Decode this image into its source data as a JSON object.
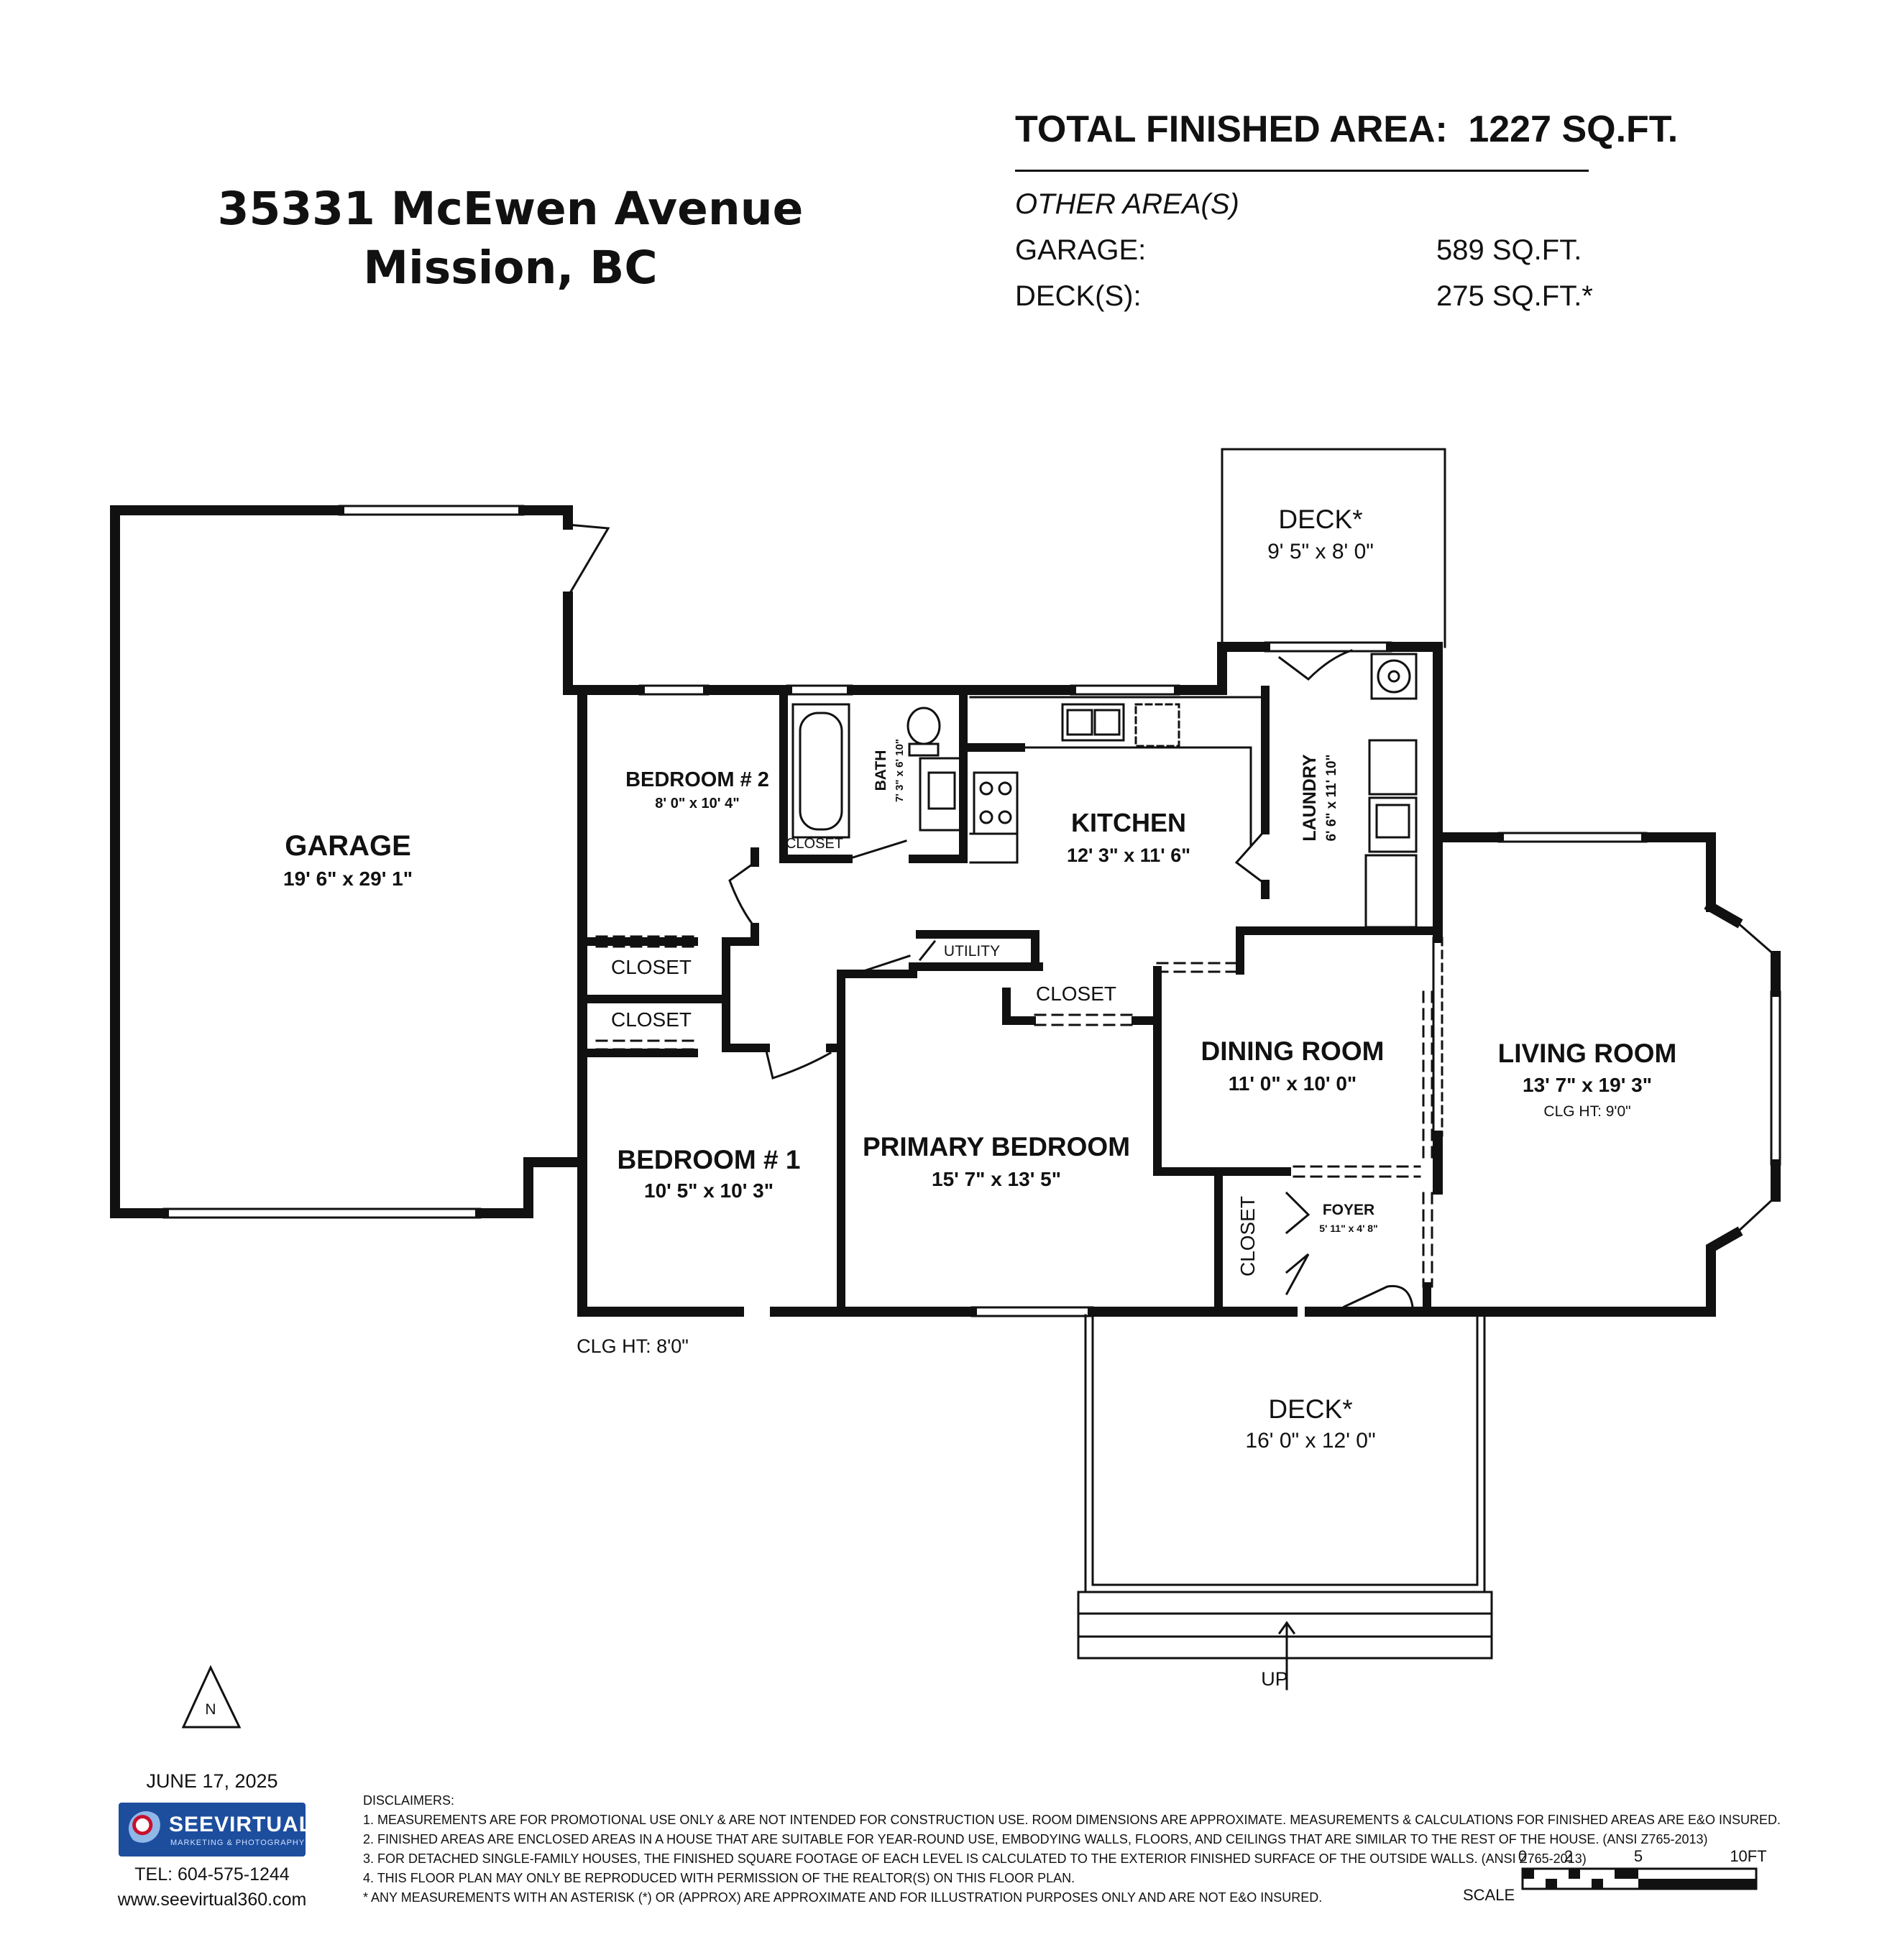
{
  "address": {
    "line1": "35331 McEwen Avenue",
    "line2": "Mission, BC"
  },
  "areas": {
    "total_label": "TOTAL FINISHED AREA:",
    "total_value": "1227 SQ.FT.",
    "other_heading": "OTHER AREA(S)",
    "items": [
      {
        "label": "GARAGE:",
        "value": "589 SQ.FT."
      },
      {
        "label": "DECK(S):",
        "value": "275 SQ.FT.*"
      }
    ]
  },
  "rooms": {
    "garage": {
      "name": "GARAGE",
      "dims": "19' 6\" x 29' 1\""
    },
    "bedroom2": {
      "name": "BEDROOM # 2",
      "dims": "8' 0\" x 10' 4\""
    },
    "bath": {
      "name": "BATH",
      "dims": "7' 3\" x 6' 10\""
    },
    "bath_closet": {
      "name": "CLOSET"
    },
    "kitchen": {
      "name": "KITCHEN",
      "dims": "12' 3\" x 11' 6\""
    },
    "laundry": {
      "name": "LAUNDRY",
      "dims": "6' 6\" x 11' 10\""
    },
    "deck_top": {
      "name": "DECK*",
      "dims": "9' 5\" x 8' 0\""
    },
    "closet_a": {
      "name": "CLOSET"
    },
    "closet_b": {
      "name": "CLOSET"
    },
    "utility": {
      "name": "UTILITY"
    },
    "closet_primary": {
      "name": "CLOSET"
    },
    "bedroom1": {
      "name": "BEDROOM # 1",
      "dims": "10' 5\" x 10' 3\""
    },
    "primary": {
      "name": "PRIMARY BEDROOM",
      "dims": "15' 7\" x 13' 5\""
    },
    "dining": {
      "name": "DINING ROOM",
      "dims": "11' 0\" x 10' 0\""
    },
    "living": {
      "name": "LIVING ROOM",
      "dims": "13' 7\" x 19' 3\"",
      "ceiling": "CLG HT: 9'0\""
    },
    "foyer": {
      "name": "FOYER",
      "dims": "5' 11\" x 4' 8\""
    },
    "foyer_closet": {
      "name": "CLOSET"
    },
    "deck_bottom": {
      "name": "DECK*",
      "dims": "16' 0\" x 12' 0\""
    }
  },
  "ceiling_height": "CLG HT: 8'0\"",
  "stairs_label": "UP",
  "north_label": "N",
  "date": "JUNE 17, 2025",
  "company": {
    "name": "SEEVIRTUAL",
    "tagline": "MARKETING & PHOTOGRAPHY",
    "tel": "TEL: 604-575-1244",
    "web": "www.seevirtual360.com"
  },
  "disclaimers": [
    "DISCLAIMERS:",
    "1. MEASUREMENTS ARE FOR PROMOTIONAL USE ONLY & ARE NOT INTENDED FOR CONSTRUCTION USE. ROOM DIMENSIONS ARE APPROXIMATE. MEASUREMENTS & CALCULATIONS FOR FINISHED AREAS ARE E&O INSURED.",
    "2. FINISHED AREAS ARE ENCLOSED AREAS IN A HOUSE THAT ARE SUITABLE FOR YEAR-ROUND USE, EMBODYING WALLS, FLOORS, AND CEILINGS THAT ARE SIMILAR TO THE REST OF THE HOUSE. (ANSI Z765-2013)",
    "3. FOR DETACHED SINGLE-FAMILY HOUSES, THE FINISHED SQUARE FOOTAGE OF EACH LEVEL IS CALCULATED TO THE EXTERIOR FINISHED SURFACE OF THE OUTSIDE WALLS. (ANSI Z765-2013)",
    "4. THIS FLOOR PLAN MAY ONLY BE REPRODUCED WITH PERMISSION OF THE REALTOR(S) ON THIS FLOOR PLAN.",
    "* ANY MEASUREMENTS WITH AN ASTERISK (*) OR (APPROX) ARE APPROXIMATE AND FOR ILLUSTRATION PURPOSES ONLY AND ARE NOT E&O INSURED."
  ],
  "scale": {
    "label": "SCALE",
    "ticks": [
      "0",
      "2",
      "5",
      "10FT"
    ]
  }
}
